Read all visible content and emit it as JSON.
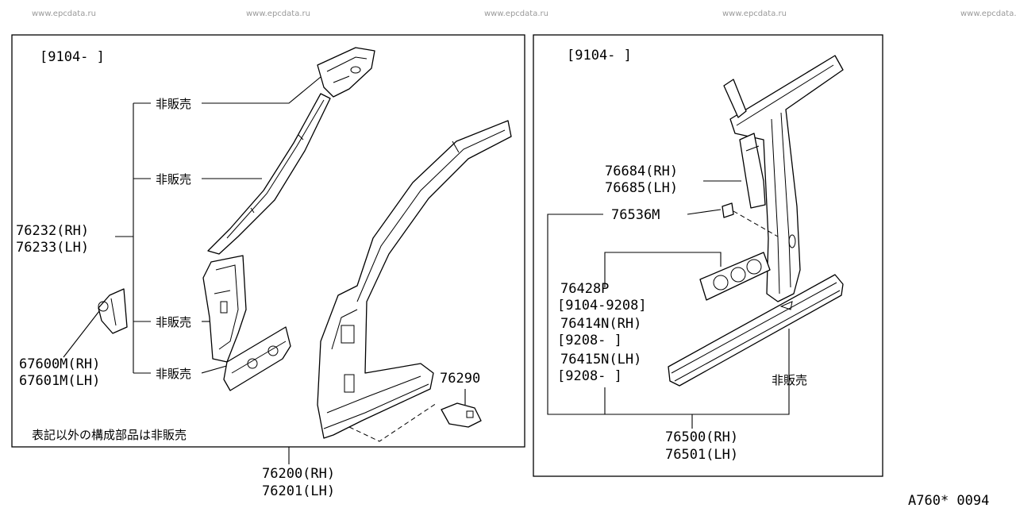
{
  "watermarks": [
    "www.epcdata.ru",
    "www.epcdata.ru",
    "www.epcdata.ru",
    "www.epcdata.ru",
    "www.epcdata.ru"
  ],
  "left_panel": {
    "date_range": "[9104-    ]",
    "not_sold_1": "非販売",
    "not_sold_2": "非販売",
    "not_sold_3": "非販売",
    "not_sold_4": "非販売",
    "part_76232": "76232(RH)",
    "part_76233": "76233(LH)",
    "part_67600M": "67600M(RH)",
    "part_67601M": "67601M(LH)",
    "part_76290": "76290",
    "note": "表記以外の構成部品は非販売"
  },
  "bottom_left": {
    "part_76200": "76200(RH)",
    "part_76201": "76201(LH)"
  },
  "right_panel": {
    "date_range": "[9104-   ]",
    "part_76684": "76684(RH)",
    "part_76685": "76685(LH)",
    "part_76536M": "76536M",
    "part_76428P": "76428P",
    "range_76428P": "[9104-9208]",
    "part_76414N": "76414N(RH)",
    "range_76414N": "[9208-    ]",
    "part_76415N": "76415N(LH)",
    "range_76415N": "[9208-    ]",
    "not_sold": "非販売",
    "part_76500": "76500(RH)",
    "part_76501": "76501(LH)"
  },
  "figure_code": "A760* 0094"
}
